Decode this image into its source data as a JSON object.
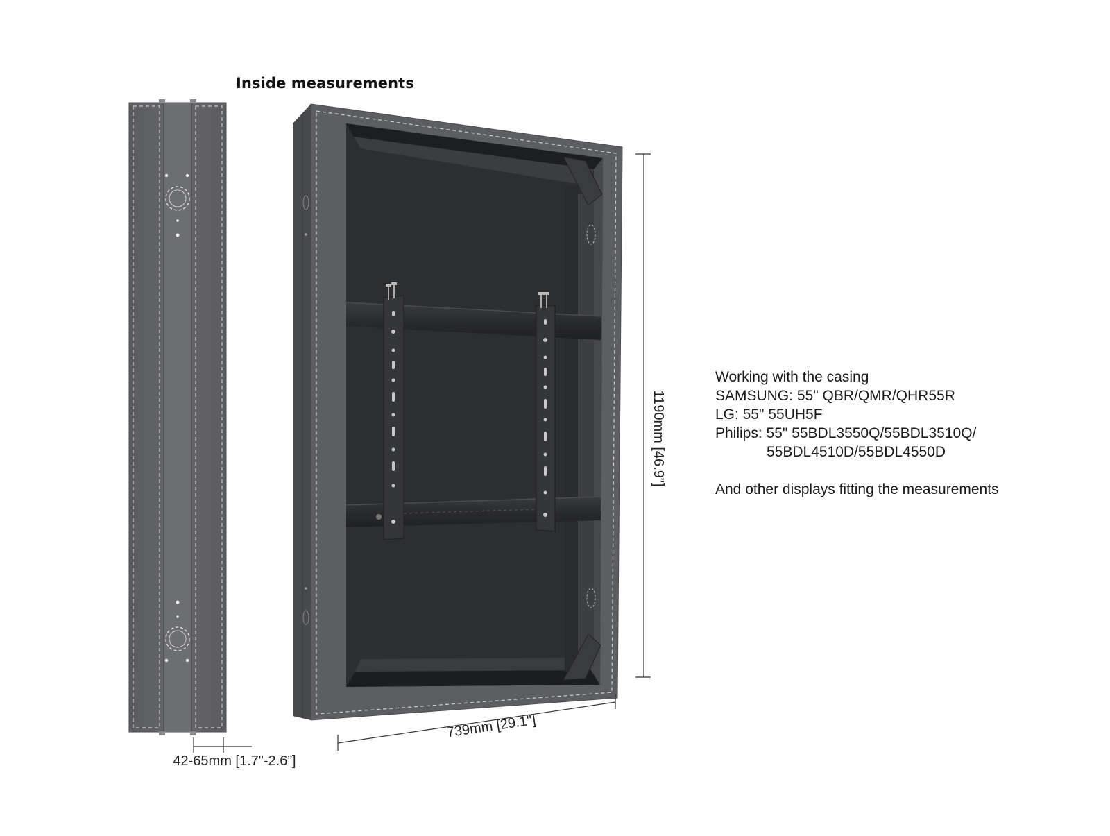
{
  "diagram": {
    "title": "Inside measurements",
    "dimensions": {
      "height": "1190mm [46.9\"]",
      "width": "739mm [29.1\"]",
      "depth": "42-65mm [1.7\"-2.6”]"
    },
    "compatibility": {
      "heading": "Working with the casing",
      "lines": [
        "SAMSUNG: 55\" QBR/QMR/QHR55R",
        "LG: 55\" 55UH5F",
        "Philips: 55\" 55BDL3550Q/55BDL3510Q/"
      ],
      "continuation": "55BDL4510D/55BDL4550D",
      "footer": "And other displays fitting the measurements"
    },
    "colors": {
      "casing": "#5c5d60",
      "casing_dark": "#3f4043",
      "interior": "#2b2c2e",
      "bracket": "#333436",
      "dim_line": "#333333"
    }
  }
}
